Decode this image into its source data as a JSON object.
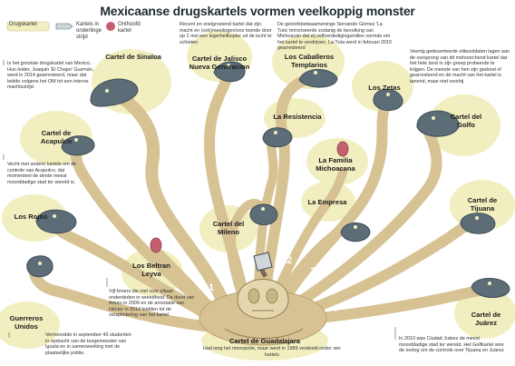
{
  "title": "Mexicaanse drugskartels vormen veelkoppig monster",
  "legend": {
    "drugkartel": "Drugskartel",
    "onderlinge_strijd": "Kartels in onderlinge strijd",
    "onthoofd": "Onthoofd kartel"
  },
  "numbers": [
    "1",
    "2",
    "3",
    "4"
  ],
  "cartels": {
    "sinaloa": "Cartel de Sinaloa",
    "jalisco": "Cartel de Jalisco Nueva Generacion",
    "caballeros": "Los Caballeros Templarios",
    "zetas": "Los Zetas",
    "golfo": "Cartel del Golfo",
    "acapulco": "Cartel de Acapulco",
    "resistencia": "La Resistencia",
    "familia": "La Familia Michoacana",
    "rojos": "Los Rojos",
    "mileno": "Cartel del Mileno",
    "empresa": "La Empresa",
    "tijuana": "Cartel de Tijuana",
    "beltran": "Los Beltran Leyva",
    "guerreros": "Guerreros Unidos",
    "guadalajara": "Cartel de Guadalajara",
    "juarez": "Cartel de Juárez"
  },
  "notes": {
    "sinaloa": "Is het grootste drugskartel van Mexico. Hun leider, Joaquin 'El Chapo' Guzmán, werd in 2014 gearresteerd, maar dat leidde volgens het OM tot een interne machtsstrijd.",
    "jalisco": "Recent en snelgroeiend kartel dat zijn macht en (ook)meedogenloos toonde door op 1 mei een legerhelikopter uit de lucht te schieten",
    "caballeros": "De geloofsbetwaameninge Servando Gómez 'La Tuta' terroriseerde zodanig de bevolking van Michoacán dat zij zelfverdedigingsmilies vormde om het kartel te verdrijven. La Tuta werd in februari 2015 gearresteerd",
    "zetas": "Veertig gedeserteerde elitesoldaten lagen aan de oorsprong van dit mehoorchend kartel dat het hele land in zijn greep probeerde te krijgen. De meeste van hen zijn gedood of gearresteerd en de macht van het kartel is tanend, maar niet voorbij",
    "acapulco": "Vecht met andere kartels om de controle van Acapulco, dat momenteel de derde meest moorddadige stad ter wereld is.",
    "beltran": "Vijf broers die niet voor elkaar onderdeden in wreedheid. De dood van Arturo in 2009 en de arrestatie van Héctor in 2014 leidden tot de versplintering van het kartel",
    "guerreros": "Vermoordde in september 43 studenten in opdracht van de burgemeester van Iguala en in samenwerking met de plaatselijke politie.",
    "guadalajara": "Had lang het monopolie, maar werd in 1989 verdeeld onder vier kartels",
    "juarez": "In 2010 was Ciudad Juárez de meest moorddadige stad ter wereld. Het Golfkartel won de oorlog om de controle over Tijuana en Juárez"
  },
  "colors": {
    "snake": "#5d6d77",
    "snake_dark": "#3e4c55",
    "body": "#d7c294",
    "body_dark": "#b9a270",
    "halo": "#f1efbf",
    "beheaded": "#c4606e",
    "title": "#1d2b33"
  }
}
